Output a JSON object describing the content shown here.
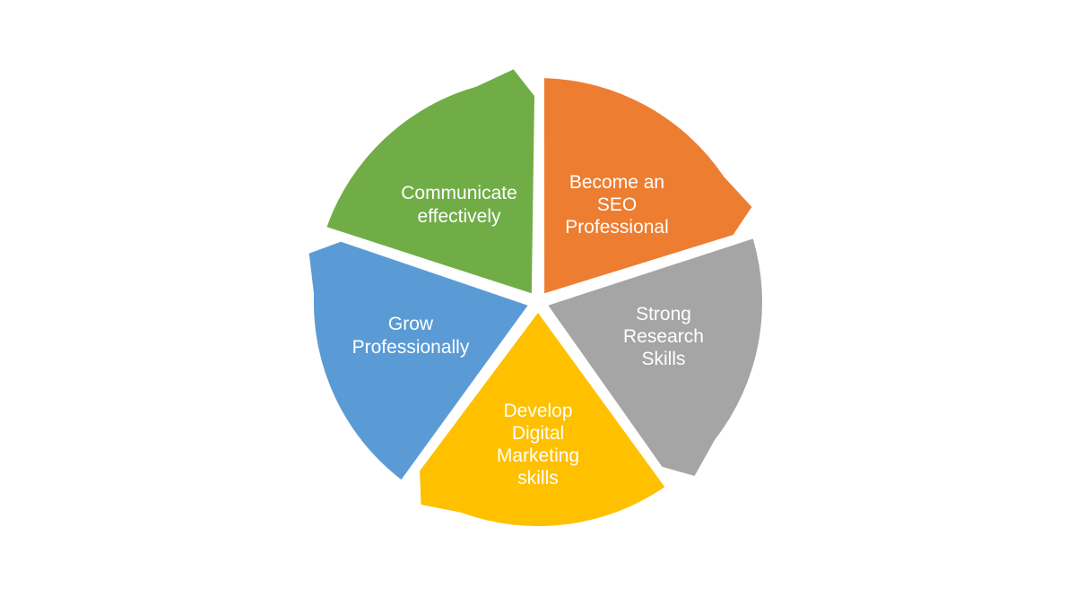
{
  "diagram": {
    "type": "cycle",
    "direction": "clockwise",
    "background_color": "#ffffff",
    "text_color": "#ffffff",
    "segments": [
      {
        "id": "become-seo-professional",
        "label": "Become an SEO Professional",
        "lines": [
          "Become an",
          "SEO",
          "Professional"
        ],
        "color": "#ED7D31",
        "position": "top-right"
      },
      {
        "id": "strong-research-skills",
        "label": "Strong Research Skills",
        "lines": [
          "Strong",
          "Research",
          "Skills"
        ],
        "color": "#A5A5A5",
        "position": "right"
      },
      {
        "id": "develop-digital-marketing-skills",
        "label": "Develop Digital Marketing skills",
        "lines": [
          "Develop",
          "Digital",
          "Marketing",
          "skills"
        ],
        "color": "#FFC000",
        "position": "bottom"
      },
      {
        "id": "grow-professionally",
        "label": "Grow Professionally",
        "lines": [
          "Grow",
          "Professionally"
        ],
        "color": "#5B9BD5",
        "position": "left"
      },
      {
        "id": "communicate-effectively",
        "label": "Communicate effectively",
        "lines": [
          "Communicate",
          "effectively"
        ],
        "color": "#70AD47",
        "position": "top-left"
      }
    ]
  }
}
